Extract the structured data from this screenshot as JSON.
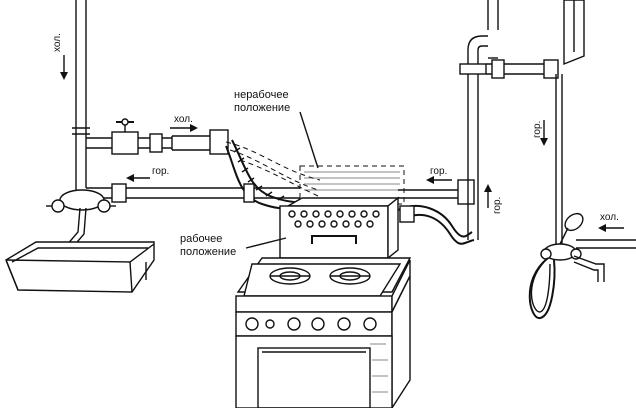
{
  "labels": {
    "cold_left": "хол.",
    "cold_mid": "хол.",
    "hot_left": "гор.",
    "hot_right": "гор.",
    "hot_right_vertical": "гор.",
    "hot_far_right": "гор.",
    "cold_far_right": "хол.",
    "inactive_position_line1": "нерабочее",
    "inactive_position_line2": "положение",
    "working_position_line1": "рабочее",
    "working_position_line2": "положение"
  }
}
